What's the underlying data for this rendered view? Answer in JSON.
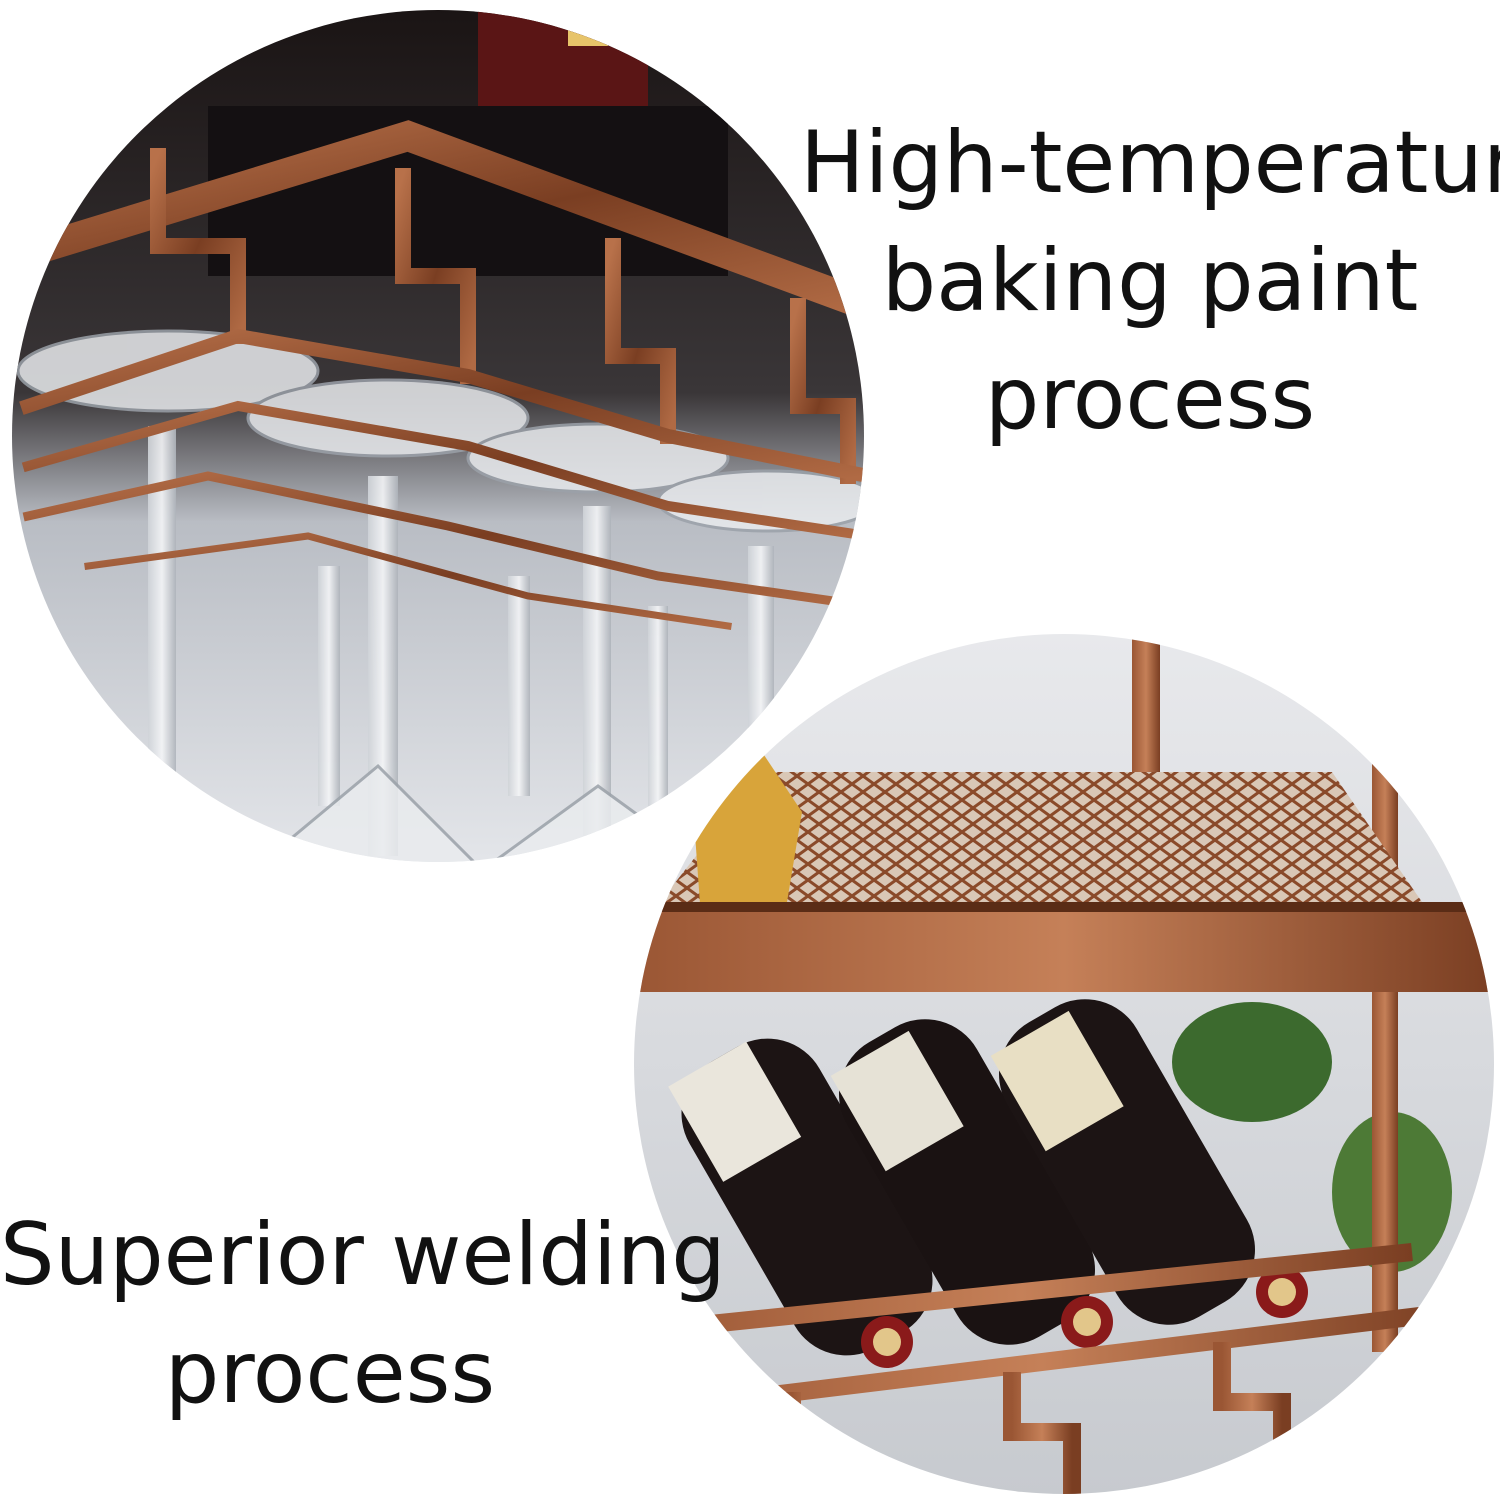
{
  "captions": {
    "top": [
      "High-temperature",
      "baking paint",
      "process"
    ],
    "bottom": [
      "Superior welding",
      "process"
    ]
  },
  "photos": {
    "top": "wine-glass-rack-closeup",
    "bottom": "bottle-rack-welded-shelf-closeup"
  },
  "colors": {
    "bronze": "#8a4a2a",
    "bronze_highlight": "#c9835a",
    "bronze_dark": "#4a2414",
    "text": "#111111"
  }
}
